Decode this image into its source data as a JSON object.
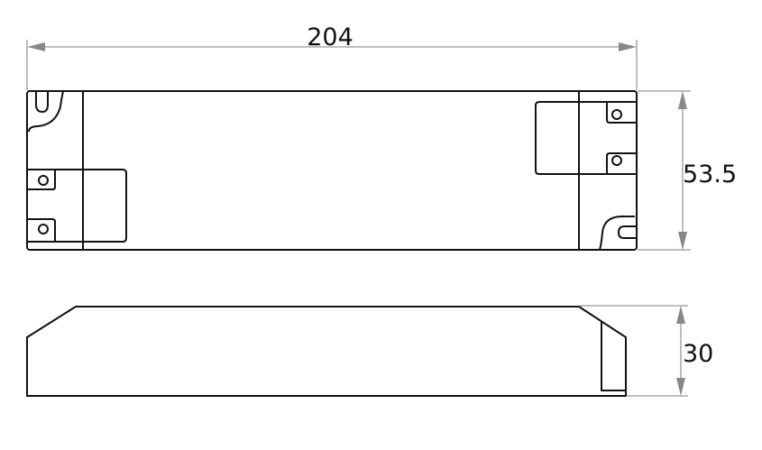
{
  "dimensions": {
    "length": "204",
    "width": "53.5",
    "height": "30"
  },
  "colors": {
    "outline": "#111111",
    "dimension_line": "#999999"
  }
}
